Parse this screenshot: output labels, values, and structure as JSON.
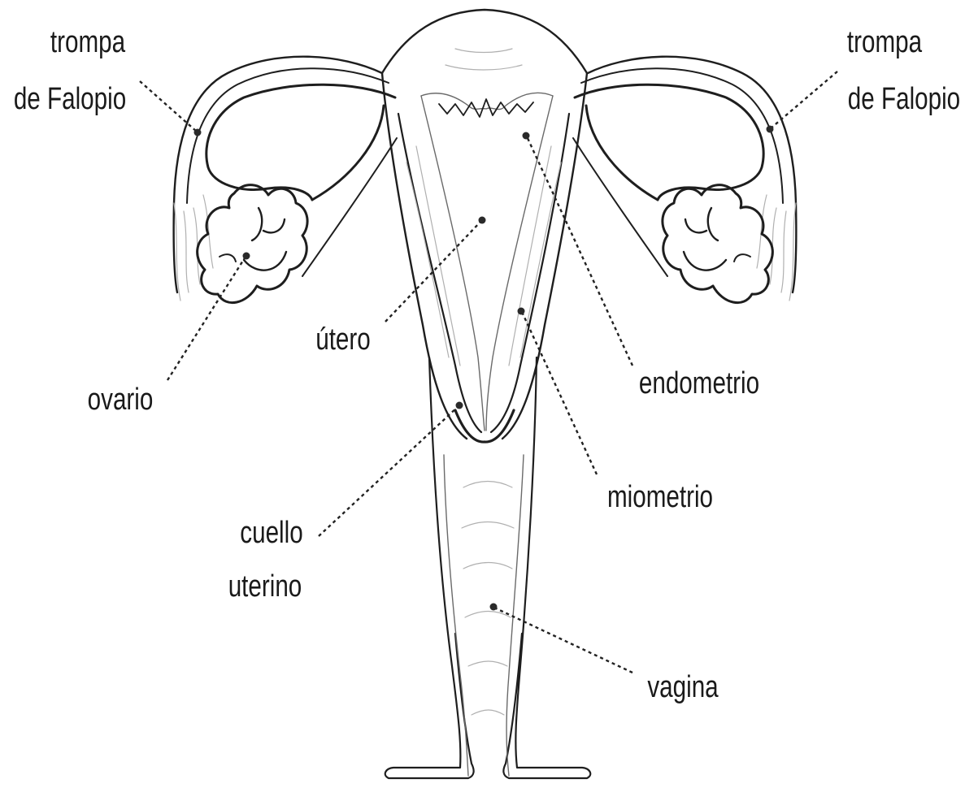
{
  "labels": {
    "fallopian_left_line1": "trompa",
    "fallopian_left_line2": "de Falopio",
    "fallopian_right_line1": "trompa",
    "fallopian_right_line2": "de Falopio",
    "ovary": "ovario",
    "uterus": "útero",
    "endometrium": "endometrio",
    "myometrium": "miometrio",
    "cervix_line1": "cuello",
    "cervix_line2": "uterino",
    "vagina": "vagina"
  },
  "colors": {
    "ink": "#1e1e1e",
    "background": "#ffffff"
  }
}
